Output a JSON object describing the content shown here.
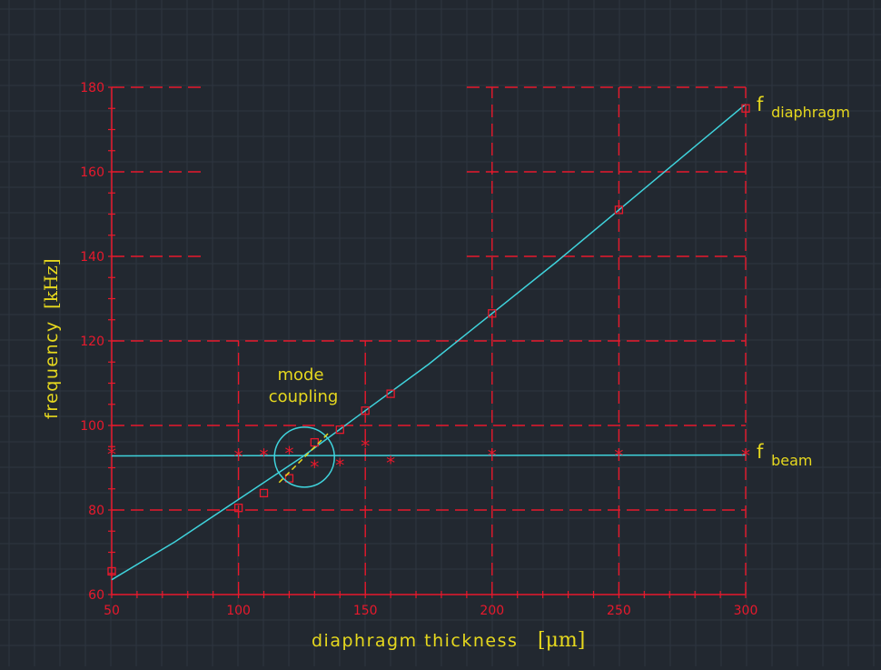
{
  "chart_data": {
    "type": "line",
    "title": "",
    "xlabel": "diaphragm thickness",
    "xunit": "[μm]",
    "ylabel": "frequency",
    "yunit": "[kHz]",
    "xlim": [
      50,
      300
    ],
    "ylim": [
      60,
      180
    ],
    "x_ticks": [
      50,
      100,
      150,
      200,
      250,
      300
    ],
    "y_ticks": [
      60,
      80,
      100,
      120,
      140,
      160,
      180
    ],
    "x_tick_labels": [
      "50",
      "100",
      "150",
      "200",
      "250",
      "300"
    ],
    "y_tick_labels": [
      "60",
      "80",
      "100",
      "120",
      "140",
      "160",
      "180"
    ],
    "grid": true,
    "series": [
      {
        "name": "f",
        "subscript": "diaphragm",
        "kind": "fit-curve",
        "x": [
          50,
          75,
          100,
          125,
          150,
          175,
          200,
          225,
          250,
          275,
          300
        ],
        "y": [
          63.5,
          72.5,
          82.5,
          92.5,
          103.5,
          114.5,
          126.5,
          138.5,
          151,
          163.5,
          176
        ]
      },
      {
        "name": "f",
        "subscript": "beam",
        "kind": "fit-line",
        "x": [
          50,
          300
        ],
        "y": [
          92.8,
          93.0
        ]
      },
      {
        "kind": "measured-square",
        "x": [
          50,
          100,
          110,
          120,
          130,
          140,
          150,
          160,
          200,
          250,
          300
        ],
        "y": [
          65.5,
          80.5,
          84,
          87.5,
          96,
          99,
          103.5,
          107.5,
          126.5,
          151,
          175
        ]
      },
      {
        "kind": "measured-star",
        "x": [
          50,
          100,
          110,
          120,
          130,
          140,
          150,
          160,
          200,
          250,
          300
        ],
        "y": [
          93.5,
          93,
          93.2,
          93.8,
          90.5,
          91,
          95.5,
          91.5,
          93.2,
          93.2,
          93.2
        ]
      }
    ],
    "annotations": [
      {
        "text_line1": "mode",
        "text_line2": "coupling",
        "x": 126,
        "y": 92.5
      }
    ],
    "colors": {
      "background": "#222830",
      "grid": "#2e3640",
      "axes": "#e8192c",
      "curve": "#3fd3dc",
      "text": "#e6d81e",
      "coupling_line": "#e6d81e"
    }
  }
}
